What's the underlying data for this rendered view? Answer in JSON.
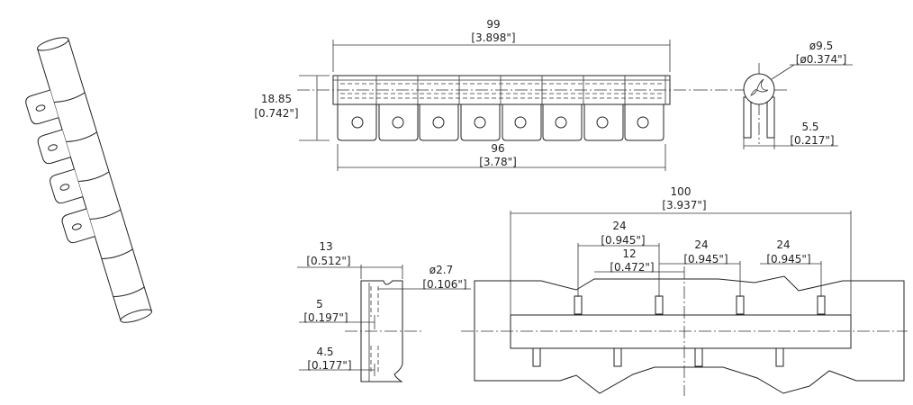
{
  "dims": {
    "top_length_mm": "99",
    "top_length_in": "[3.898\"]",
    "height_mm": "18.85",
    "height_in": "[0.742\"]",
    "tab_span_mm": "96",
    "tab_span_in": "[3.78\"]",
    "diameter_mm": "ø9.5",
    "diameter_in": "[ø0.374\"]",
    "leaf_gap_mm": "5.5",
    "leaf_gap_in": "[0.217\"]",
    "overall_mm": "100",
    "overall_in": "[3.937\"]",
    "pitch_a_mm": "24",
    "pitch_a_in": "[0.945\"]",
    "pitch_b_mm": "24",
    "pitch_b_in": "[0.945\"]",
    "pitch_c_mm": "24",
    "pitch_c_in": "[0.945\"]",
    "offset_mm": "12",
    "offset_in": "[0.472\"]",
    "width_mm": "13",
    "width_in": "[0.512\"]",
    "hole_mm": "ø2.7",
    "hole_in": "[0.106\"]",
    "edge_a_mm": "5",
    "edge_a_in": "[0.197\"]",
    "edge_b_mm": "4.5",
    "edge_b_in": "[0.177\"]"
  },
  "colors": {
    "line": "#222222",
    "background": "#ffffff"
  }
}
